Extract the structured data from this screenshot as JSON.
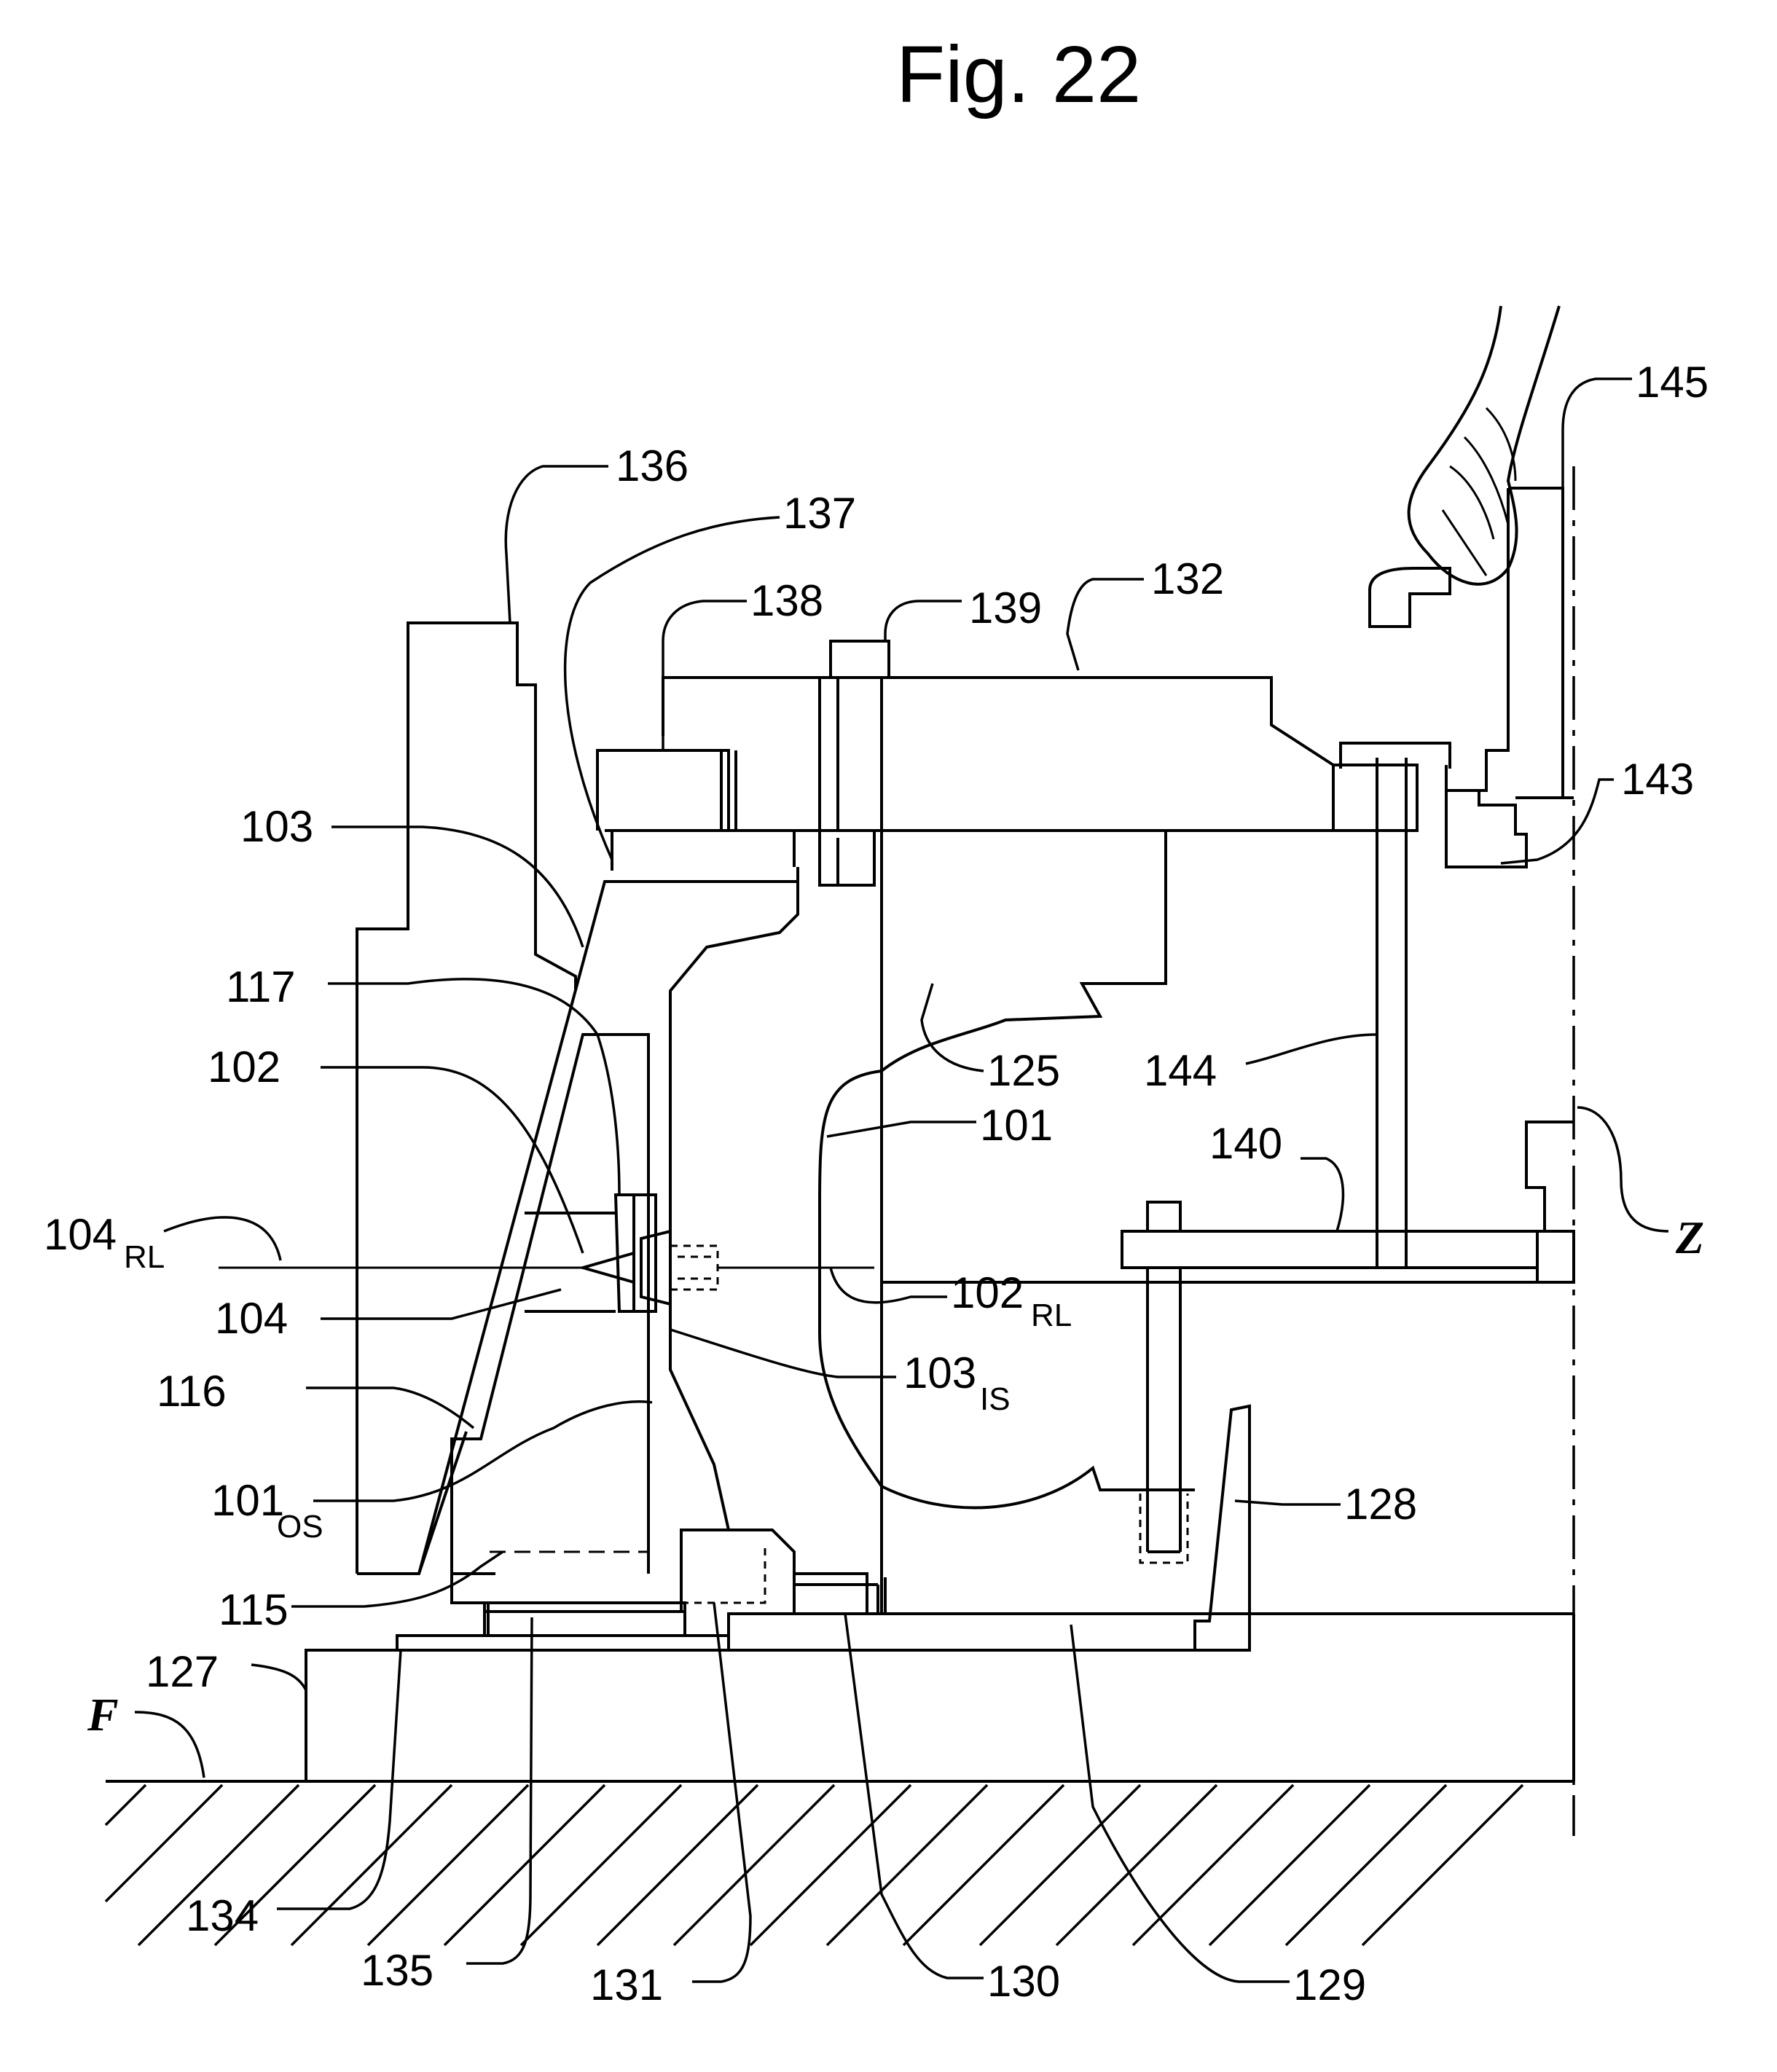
{
  "figure": {
    "title": "Fig. 22"
  },
  "labels": {
    "l136": "136",
    "l137": "137",
    "l138": "138",
    "l139": "139",
    "l132": "132",
    "l145": "145",
    "l143": "143",
    "l103": "103",
    "l117": "117",
    "l102": "102",
    "l125": "125",
    "l144": "144",
    "l101": "101",
    "l140": "140",
    "lZ": "Z",
    "l104rl_main": "104",
    "l104rl_sub": "RL",
    "l102rl_main": "102",
    "l102rl_sub": "RL",
    "l104": "104",
    "l103is_main": "103",
    "l103is_sub": "IS",
    "l116": "116",
    "l101os_main": "101",
    "l101os_sub": "OS",
    "l128": "128",
    "l115": "115",
    "l127": "127",
    "lF": "F",
    "l134": "134",
    "l135": "135",
    "l131": "131",
    "l130": "130",
    "l129": "129"
  }
}
